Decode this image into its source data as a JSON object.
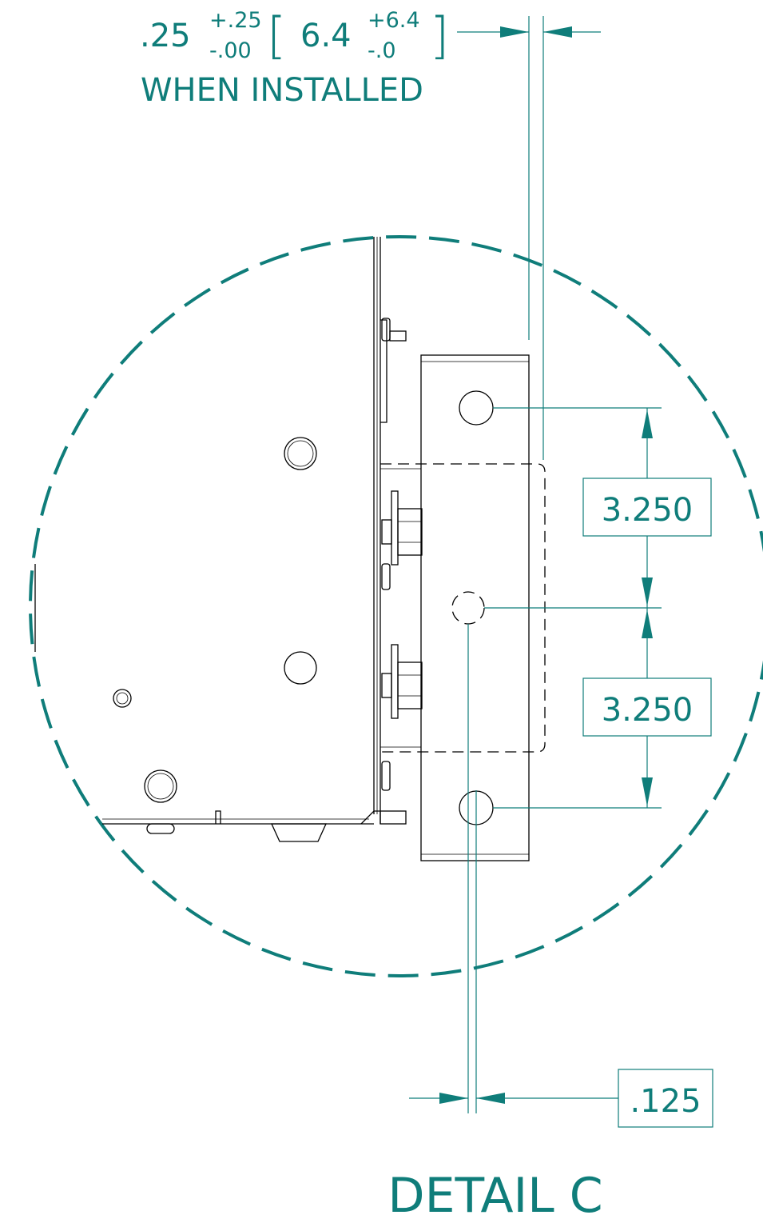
{
  "header_dim": {
    "main": ".25",
    "tol_plus": "+.25",
    "tol_minus": "-.00",
    "metric_main": "6.4",
    "metric_tol_plus": "+6.4",
    "metric_tol_minus": "-.0",
    "note": "WHEN INSTALLED"
  },
  "dims": {
    "upper": "3.250",
    "lower": "3.250",
    "offset": ".125"
  },
  "title": "DETAIL C",
  "colors": {
    "annotation": "#0f7d7a",
    "geometry": "#000000"
  }
}
